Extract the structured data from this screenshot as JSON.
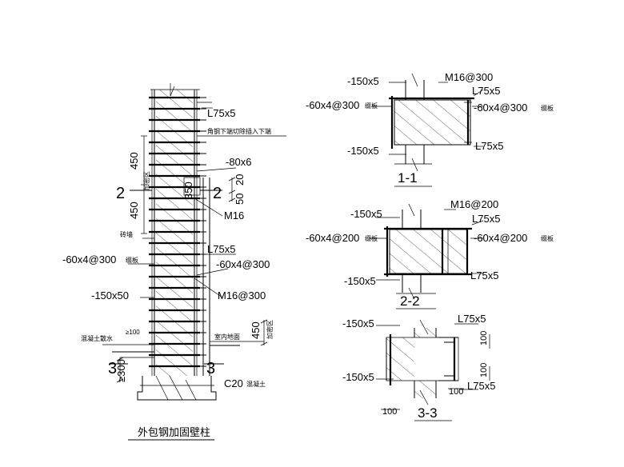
{
  "main": {
    "title": "外包钢加固壁柱",
    "labels": {
      "angle_top": "L75x5",
      "angle_note": "角钢下端切除插入下端",
      "plate_80x6": "-80x6",
      "dim_350": "350",
      "dim_20": "20",
      "dim_50": "50",
      "bolt_m16": "M16",
      "dim_450_a": "450",
      "dim_450_b": "450",
      "brick_wall": "砖墙",
      "angle_mid": "L75x5",
      "batten_left": "-60x4@300",
      "batten_left_tag": "缀板",
      "batten_right": "-60x4@300",
      "plate_150x50": "-150x50",
      "bolt_m16_300": "M16@300",
      "concrete_dispersal": "混凝土散水",
      "dim_ge100": "≥100",
      "indoor_ground": "室内地面",
      "dim_450_c": "450",
      "tag_c": "加密区",
      "dim_ge300": "≥300",
      "c20": "C20",
      "c20_tag": "混凝土",
      "sec_2_left": "2",
      "sec_2_right": "2",
      "sec_3_left": "3",
      "sec_3_right": "3",
      "tag_a": "加密区"
    }
  },
  "section_1": {
    "title": "1-1",
    "plate_top": "-150x5",
    "plate_bottom": "-150x5",
    "bolt": "M16@300",
    "angle_top": "L75x5",
    "angle_bottom": "L75x5",
    "batten_left": "-60x4@300",
    "batten_left_tag": "缀板",
    "batten_right": "-60x4@300",
    "batten_right_tag": "缀板"
  },
  "section_2": {
    "title": "2-2",
    "plate_top": "-150x5",
    "plate_bottom": "-150x5",
    "bolt": "M16@200",
    "angle_top": "L75x5",
    "angle_bottom": "L75x5",
    "batten_left": "-60x4@200",
    "batten_left_tag": "缀板",
    "batten_right": "-60x4@200",
    "batten_right_tag": "缀板"
  },
  "section_3": {
    "title": "3-3",
    "plate_top": "-150x5",
    "plate_bottom": "-150x5",
    "angle_top": "L75x5",
    "angle_bottom": "L75x5",
    "dim_100_a": "100",
    "dim_100_b": "100",
    "dim_100_c": "100",
    "dim_100_d": "100"
  }
}
